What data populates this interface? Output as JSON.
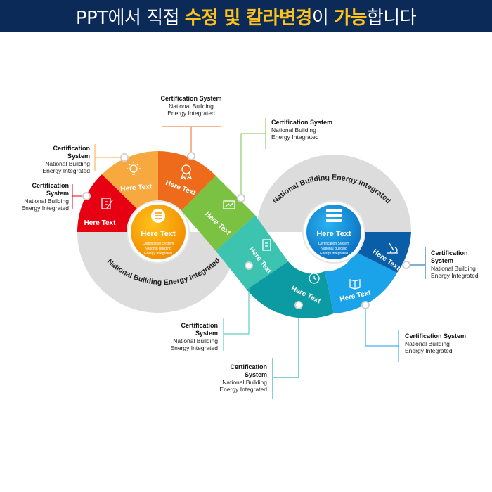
{
  "banner": {
    "part1": "PPT에서 직접 ",
    "part2": "수정 및 칼라변경",
    "part3": "이 ",
    "part4": "가능",
    "part5": "합니다"
  },
  "ring_text": {
    "left": "National Building Energy Integrated",
    "right": "National Building Energy Integrated"
  },
  "segments": [
    {
      "label": "Here Text",
      "color": "#e60012",
      "icon": "clipboard-edit-icon"
    },
    {
      "label": "Here Text",
      "color": "#f7a940",
      "icon": "lightbulb-icon"
    },
    {
      "label": "Here Text",
      "color": "#ee6b1c",
      "icon": "award-ribbon-icon"
    },
    {
      "label": "Here Text",
      "color": "#7cc242",
      "icon": "presentation-chart-icon"
    },
    {
      "label": "Here Text",
      "color": "#3cc4b0",
      "icon": "document-pencil-icon"
    },
    {
      "label": "Here Text",
      "color": "#0d9ba3",
      "icon": "alarm-clock-icon"
    },
    {
      "label": "Here Text",
      "color": "#1aa3e8",
      "icon": "book-icon"
    },
    {
      "label": "Here Text",
      "color": "#0a5ea8",
      "icon": "microscope-icon"
    }
  ],
  "hubs": {
    "left": {
      "title": "Here Text",
      "line1": "Certification System",
      "line2": "National Building",
      "line3": "Energy Integrated",
      "icon": "list-icon",
      "color": "#f39a00"
    },
    "right": {
      "title": "Here Text",
      "line1": "Certification System",
      "line2": "National Building",
      "line3": "Energy Integrated",
      "icon": "server-icon",
      "color": "#0f8ad6"
    }
  },
  "callouts": [
    {
      "title": "Certification System",
      "line1": "National Building",
      "line2": "Energy Integrated"
    },
    {
      "title": "Certification System",
      "line1": "National Building",
      "line2": "Energy Integrated"
    },
    {
      "title": "Certification System",
      "line1": "National Building",
      "line2": "Energy Integrated"
    },
    {
      "title": "Certification System",
      "line1": "National Building",
      "line2": "Energy Integrated"
    },
    {
      "title": "Certification System",
      "line1": "National Building",
      "line2": "Energy Integrated"
    },
    {
      "title": "Certification System",
      "line1": "National Building",
      "line2": "Energy Integrated"
    },
    {
      "title": "Certification System",
      "line1": "National Building",
      "line2": "Energy Integrated"
    },
    {
      "title": "Certification System",
      "line1": "National Building",
      "line2": "Energy Integrated"
    }
  ]
}
